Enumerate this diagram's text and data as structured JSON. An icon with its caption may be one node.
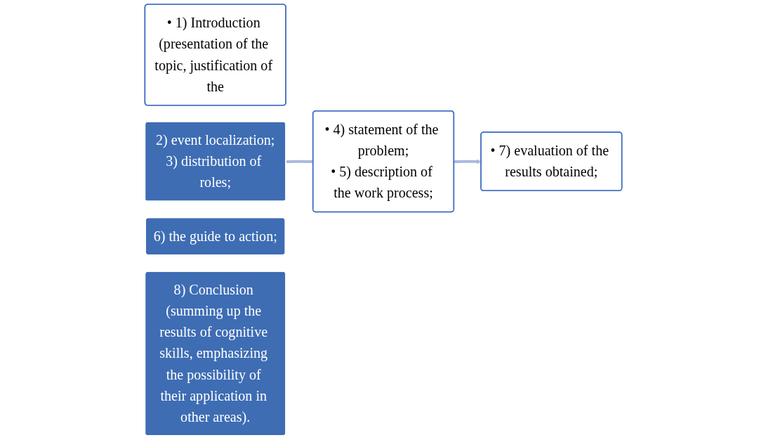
{
  "diagram": {
    "nodes": [
      {
        "text": [
          "• 1) Introduction (presentation of the topic, justification of the"
        ]
      },
      {
        "text": [
          "2) event localization;",
          "3) distribution of roles;"
        ]
      },
      {
        "text": [
          "• 4) statement of the problem;",
          "• 5) description of the work process;"
        ]
      },
      {
        "text": [
          "6) the guide to action;"
        ]
      },
      {
        "text": [
          "• 7) evaluation of the results obtained;"
        ]
      },
      {
        "text": [
          "8) Conclusion (summing up the results of cognitive skills, emphasizing the possibility of their application in other areas)."
        ]
      }
    ],
    "edges": [
      {
        "from": 1,
        "to": 2,
        "arrow": "none"
      },
      {
        "from": 2,
        "to": 4,
        "arrow": "to"
      }
    ]
  }
}
